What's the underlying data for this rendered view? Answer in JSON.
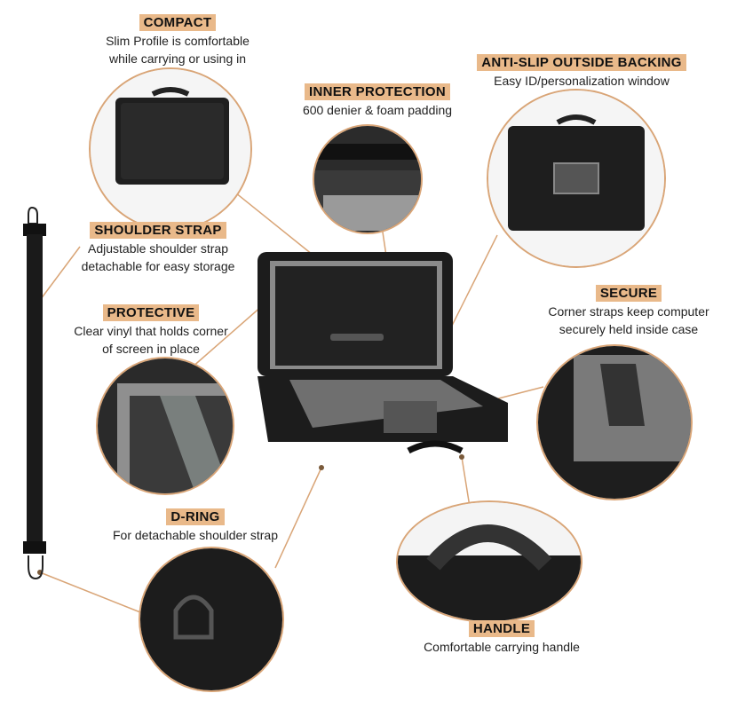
{
  "callouts": {
    "compact": {
      "title": "COMPACT",
      "lines": [
        "Slim Profile is comfortable",
        "while carrying or using in"
      ]
    },
    "inner": {
      "title": "INNER PROTECTION",
      "lines": [
        "600 denier & foam padding"
      ]
    },
    "antislip": {
      "title": "ANTI-SLIP OUTSIDE BACKING",
      "lines": [
        "Easy ID/personalization window"
      ]
    },
    "shoulder": {
      "title": "SHOULDER STRAP",
      "lines": [
        "Adjustable shoulder strap",
        "detachable for easy storage"
      ]
    },
    "protective": {
      "title": "PROTECTIVE",
      "lines": [
        "Clear vinyl that holds corner",
        "of screen in place"
      ]
    },
    "secure": {
      "title": "SECURE",
      "lines": [
        "Corner straps keep computer",
        "securely held inside case"
      ]
    },
    "dring": {
      "title": "D-RING",
      "lines": [
        "For detachable shoulder strap"
      ]
    },
    "handle": {
      "title": "HANDLE",
      "lines": [
        "Comfortable carrying handle"
      ]
    }
  },
  "colors": {
    "accent": "#e9b98a",
    "ring": "#d9a577",
    "case": "#1c1c1c"
  }
}
